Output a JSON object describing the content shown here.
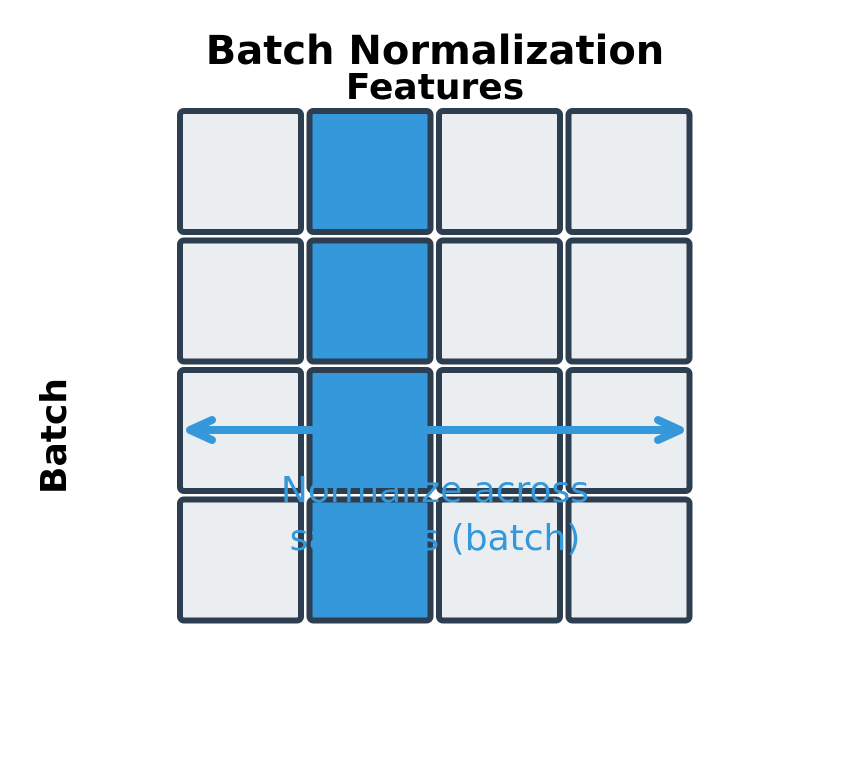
{
  "title": "Batch Normalization",
  "x_axis_label": "Features",
  "y_axis_label": "Batch",
  "annotation": {
    "line1": "Normalize across",
    "line2": "samples (batch)"
  },
  "grid": {
    "rows": 4,
    "columns": 4,
    "highlighted_column": 1
  },
  "colors": {
    "cell_fill": "#ebeef1",
    "cell_border": "#2c3e50",
    "highlight_fill": "#3498db",
    "arrow": "#3498db",
    "annotation_text": "#3498db",
    "title_text": "#000000"
  }
}
